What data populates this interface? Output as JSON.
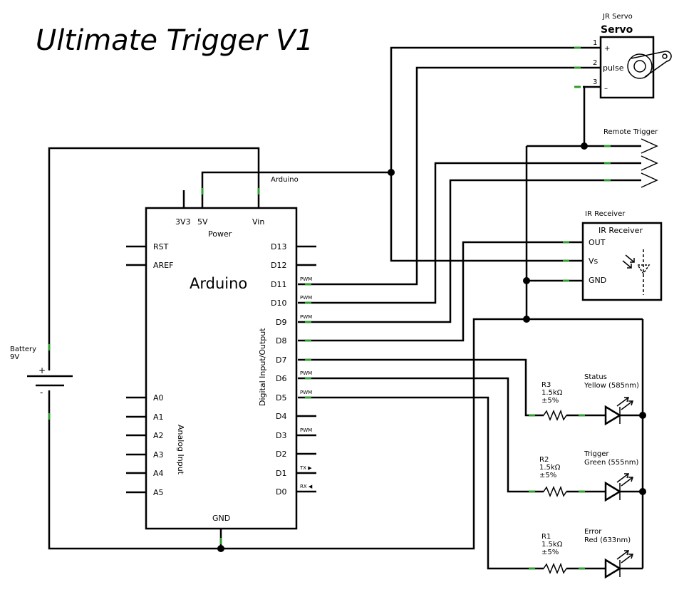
{
  "title": "Ultimate Trigger V1",
  "arduino": {
    "net_label": "Arduino",
    "name": "Arduino",
    "power_label": "Power",
    "power_pins": [
      "3V3",
      "5V",
      "Vin"
    ],
    "left_pins": [
      "RST",
      "AREF"
    ],
    "analog_pins": [
      "A0",
      "A1",
      "A2",
      "A3",
      "A4",
      "A5"
    ],
    "analog_label": "Analog Input",
    "digital_pins": [
      "D13",
      "D12",
      "D11",
      "D10",
      "D9",
      "D8",
      "D7",
      "D6",
      "D5",
      "D4",
      "D3",
      "D2",
      "D1",
      "D0"
    ],
    "digital_label": "Digital Input/Output",
    "gnd_label": "GND",
    "pwm_tag": "PWM",
    "tx_tag": "TX ▶",
    "rx_tag": "RX ◀"
  },
  "battery": {
    "name": "Battery",
    "value": "9V",
    "plus": "+",
    "minus": "-"
  },
  "servo": {
    "part": "JR Servo",
    "name": "Servo",
    "pin_numbers": [
      "1",
      "2",
      "3"
    ],
    "pin_labels": [
      "+",
      "pulse",
      "–"
    ]
  },
  "remote_trigger": {
    "label": "Remote Trigger"
  },
  "ir_receiver": {
    "outer_label": "IR Receiver",
    "inner_label": "IR Receiver",
    "pins": [
      "OUT",
      "Vs",
      "GND"
    ]
  },
  "resistors": [
    {
      "ref": "R3",
      "value": "1.5kΩ",
      "tolerance": "±5%"
    },
    {
      "ref": "R2",
      "value": "1.5kΩ",
      "tolerance": "±5%"
    },
    {
      "ref": "R1",
      "value": "1.5kΩ",
      "tolerance": "±5%"
    }
  ],
  "leds": [
    {
      "name": "Status",
      "color": "Yellow (585nm)"
    },
    {
      "name": "Trigger",
      "color": "Green (555nm)"
    },
    {
      "name": "Error",
      "color": "Red (633nm)"
    }
  ],
  "colors": {
    "wire": "#000000",
    "pin_marker": "#2e9e2e",
    "background": "#ffffff"
  }
}
